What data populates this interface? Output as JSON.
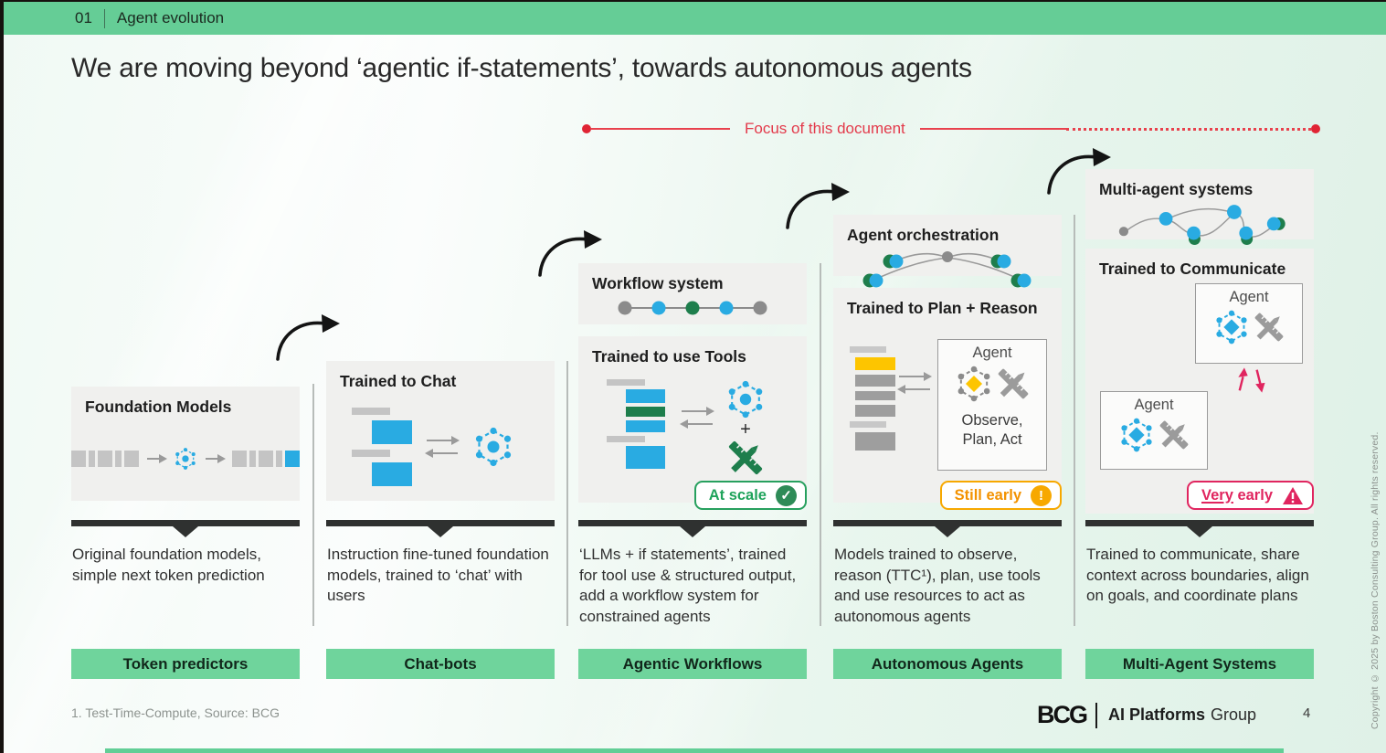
{
  "slide": {
    "section_number": "01",
    "section_title": "Agent evolution",
    "title": "We are moving beyond ‘agentic if-statements’, towards autonomous agents",
    "focus_label": "Focus of this document",
    "footnote": "1. Test-Time-Compute, Source: BCG",
    "page_number": "4",
    "copyright": "Copyright © 2025 by Boston Consulting Group. All rights reserved."
  },
  "footer_brand": {
    "logo": "BCG",
    "group_bold": "AI Platforms",
    "group_regular": "Group"
  },
  "icons": {
    "check": "✓",
    "exclamation": "!",
    "plus": "+"
  },
  "columns": [
    {
      "card_title": "Foundation Models",
      "description": "Original foundation models, simple next token prediction",
      "label": "Token predictors"
    },
    {
      "card_title": "Trained to Chat",
      "description": "Instruction fine-tuned foundation models, trained to ‘chat’ with users",
      "label": "Chat-bots"
    },
    {
      "top_card_title": "Workflow system",
      "card_title": "Trained to use Tools",
      "badge": "At scale",
      "description": "‘LLMs + if statements’, trained for tool use & structured output, add a workflow system for constrained agents",
      "label": "Agentic Workflows"
    },
    {
      "top_card_title": "Agent orchestration",
      "card_title": "Trained to Plan + Reason",
      "agent_box": {
        "title": "Agent",
        "caption": "Observe,\nPlan, Act"
      },
      "badge": "Still early",
      "description": "Models trained to observe, reason (TTC¹), plan, use tools and use resources to act as autonomous agents",
      "label": "Autonomous Agents"
    },
    {
      "top_card_title": "Multi-agent systems",
      "card_title": "Trained to Communicate",
      "agent_box_top": {
        "title": "Agent"
      },
      "agent_box_bottom": {
        "title": "Agent"
      },
      "badge_underlined": "Very",
      "badge_rest": " early",
      "description": "Trained to communicate, share context across boundaries, align on goals, and coordinate plans",
      "label": "Multi-Agent Systems"
    }
  ],
  "colors": {
    "brand_green": "#65cd96",
    "label_green": "#6fd49c",
    "accent_blue": "#29abe2",
    "accent_green_dark": "#1e7e4c",
    "accent_yellow": "#fdc500",
    "badge_green": "#27a05e",
    "badge_orange": "#f7a800",
    "badge_pink": "#e0255f",
    "focus_red": "#e8414d",
    "bar_dark": "#2f3130"
  }
}
